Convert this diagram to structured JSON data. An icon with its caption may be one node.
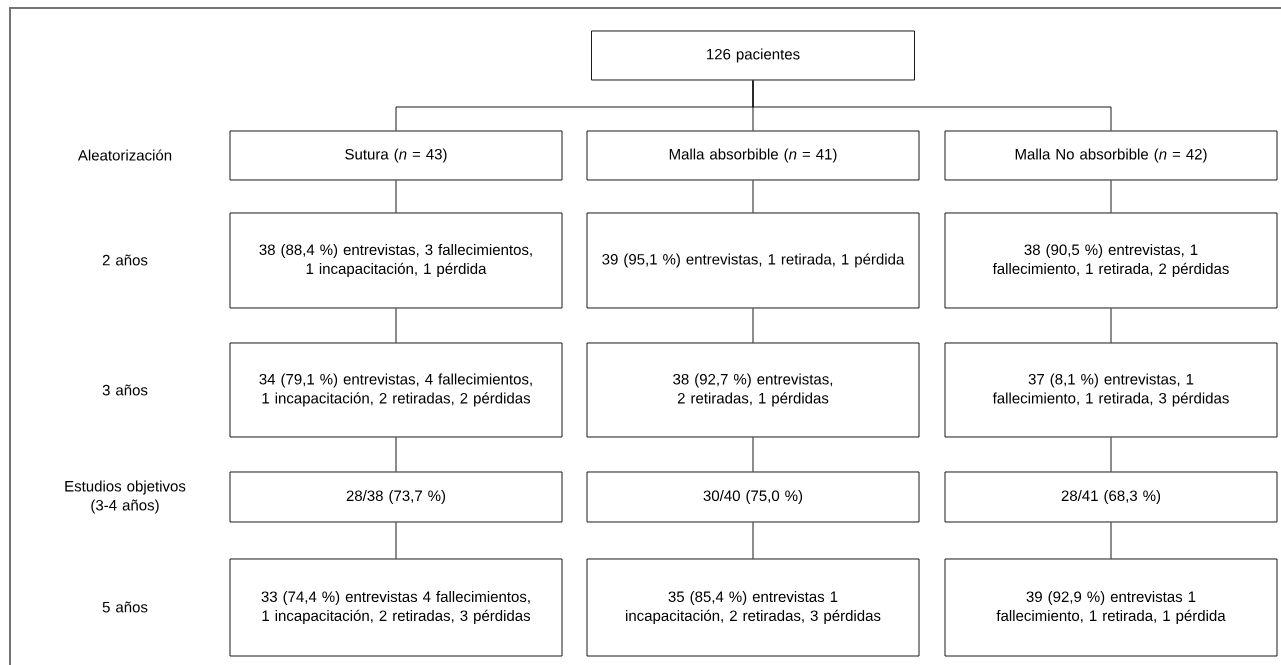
{
  "diagram": {
    "nodes": [
      {
        "text": [
          "126 pacientes"
        ]
      },
      {
        "text": [
          "Sutura (*n* = 43)"
        ]
      },
      {
        "text": [
          "Malla absorbible (*n* = 41)"
        ]
      },
      {
        "text": [
          "Malla No absorbible (*n* = 42)"
        ]
      },
      {
        "text": [
          "38 (88,4 %) entrevistas, 3 fallecimientos, 1 incapacitación, 1 pérdida"
        ]
      },
      {
        "text": [
          "39 (95,1 %) entrevistas, 1 retirada, 1 pérdida"
        ]
      },
      {
        "text": [
          "38 (90,5 %) entrevistas, 1 fallecimiento, 1 retirada, 2 pérdidas"
        ]
      },
      {
        "text": [
          "34 (79,1 %) entrevistas, 4 fallecimientos, 1 incapacitación, 2 retiradas, 2 pérdidas"
        ]
      },
      {
        "text": [
          "38 (92,7 %) entrevistas, 2 retiradas, 1 pérdidas"
        ]
      },
      {
        "text": [
          "37 (8,1 %) entrevistas, 1 fallecimiento, 1 retirada, 3 pérdidas"
        ]
      },
      {
        "text": [
          "28/38 (73,7 %)"
        ]
      },
      {
        "text": [
          "30/40 (75,0 %)"
        ]
      },
      {
        "text": [
          "28/41 (68,3 %)"
        ]
      },
      {
        "text": [
          "33 (74,4 %) entrevistas 4 fallecimientos, 1 incapacitación, 2 retiradas, 3 pérdidas"
        ]
      },
      {
        "text": [
          "35 (85,4 %) entrevistas 1 incapacitación, 2 retiradas, 3 pérdidas"
        ]
      },
      {
        "text": [
          "39 (92,9 %) entrevistas 1 fallecimiento, 1 retirada, 1 pérdida"
        ]
      }
    ],
    "edges": [
      {
        "from": 0,
        "to": 1,
        "arrow": "none"
      },
      {
        "from": 0,
        "to": 2,
        "arrow": "none"
      },
      {
        "from": 0,
        "to": 3,
        "arrow": "none"
      },
      {
        "from": 1,
        "to": 4,
        "arrow": "none"
      },
      {
        "from": 2,
        "to": 5,
        "arrow": "none"
      },
      {
        "from": 3,
        "to": 6,
        "arrow": "none"
      },
      {
        "from": 4,
        "to": 7,
        "arrow": "none"
      },
      {
        "from": 5,
        "to": 8,
        "arrow": "none"
      },
      {
        "from": 6,
        "to": 9,
        "arrow": "none"
      },
      {
        "from": 7,
        "to": 10,
        "arrow": "none"
      },
      {
        "from": 8,
        "to": 11,
        "arrow": "none"
      },
      {
        "from": 9,
        "to": 12,
        "arrow": "none"
      },
      {
        "from": 10,
        "to": 13,
        "arrow": "none"
      },
      {
        "from": 11,
        "to": 14,
        "arrow": "none"
      },
      {
        "from": 12,
        "to": 15,
        "arrow": "none"
      }
    ],
    "labels": [
      "Aleatorización",
      "2 años",
      "3 años",
      "Estudios objetivos (3-4 años)",
      "5 años"
    ]
  }
}
